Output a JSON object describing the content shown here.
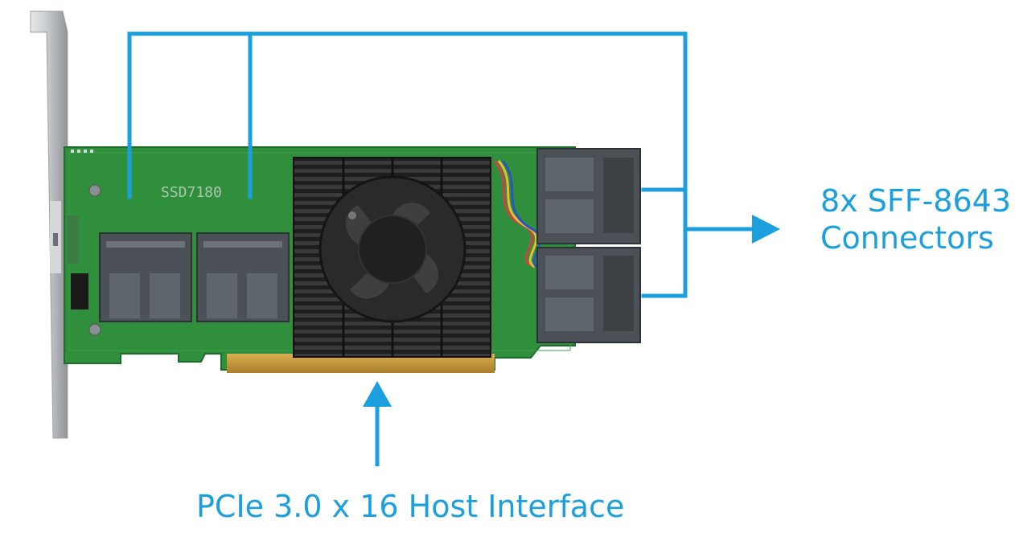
{
  "board": {
    "model_label": "SSD7180"
  },
  "callouts": {
    "connectors_line1": "8x SFF-8643",
    "connectors_line2": "Connectors",
    "host_interface": "PCIe 3.0 x 16 Host Interface"
  },
  "colors": {
    "callout": "#1c9fdd",
    "pcb": "#2f8f3c",
    "pcb_dark": "#1f6d2b",
    "heatsink": "#262626",
    "gold_fingers": "#c59a3c",
    "bracket": "#b9bcbf",
    "connector": "#4b5157"
  }
}
